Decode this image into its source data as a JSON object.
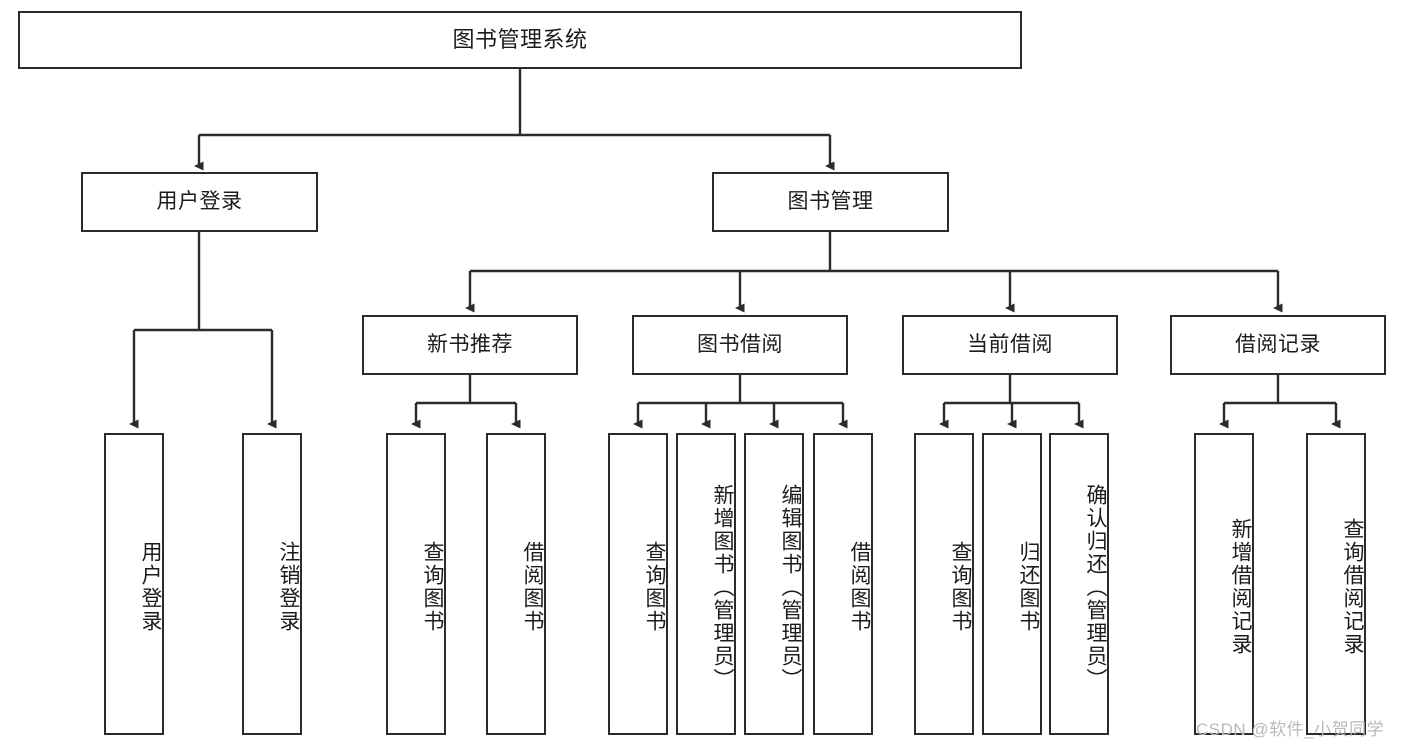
{
  "diagram": {
    "type": "tree-hierarchy",
    "title": "图书管理系统",
    "watermark": "CSDN @软件_小贺同学",
    "colors": {
      "box_border": "#2b2b2b",
      "box_fill": "#ffffff",
      "connector": "#2b2b2b",
      "text": "#1c1c1c",
      "watermark": "#b9b9b9",
      "background": "#ffffff"
    },
    "nodes": {
      "root": {
        "label": "图书管理系统"
      },
      "level1": [
        {
          "id": "user-login",
          "label": "用户登录"
        },
        {
          "id": "book-management",
          "label": "图书管理"
        }
      ],
      "level2": [
        {
          "id": "new-book-recommend",
          "label": "新书推荐"
        },
        {
          "id": "book-borrow",
          "label": "图书借阅"
        },
        {
          "id": "current-borrow",
          "label": "当前借阅"
        },
        {
          "id": "borrow-record",
          "label": "借阅记录"
        }
      ],
      "leaves": {
        "user-login": [
          {
            "id": "leaf-user-login",
            "label": "用户登录"
          },
          {
            "id": "leaf-user-logout",
            "label": "注销登录"
          }
        ],
        "new-book-recommend": [
          {
            "id": "leaf-query-book-1",
            "label": "查询图书"
          },
          {
            "id": "leaf-borrow-book-1",
            "label": "借阅图书"
          }
        ],
        "book-borrow": [
          {
            "id": "leaf-query-book-2",
            "label": "查询图书"
          },
          {
            "id": "leaf-add-book",
            "label": "新增图书（管理员）"
          },
          {
            "id": "leaf-edit-book",
            "label": "编辑图书（管理员）"
          },
          {
            "id": "leaf-borrow-book-2",
            "label": "借阅图书"
          }
        ],
        "current-borrow": [
          {
            "id": "leaf-query-book-3",
            "label": "查询图书"
          },
          {
            "id": "leaf-return-book",
            "label": "归还图书"
          },
          {
            "id": "leaf-confirm-return",
            "label": "确认归还（管理员）"
          }
        ],
        "borrow-record": [
          {
            "id": "leaf-add-record",
            "label": "新增借阅记录"
          },
          {
            "id": "leaf-query-record",
            "label": "查询借阅记录"
          }
        ]
      }
    }
  }
}
